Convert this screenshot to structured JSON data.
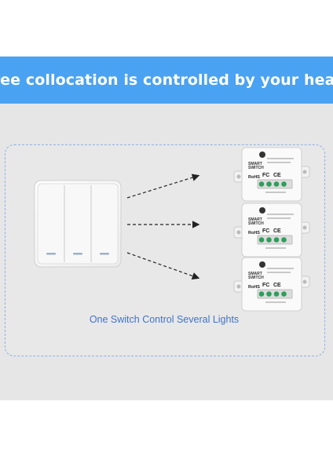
{
  "header": {
    "title": "Free collocation is controlled by your heart"
  },
  "caption": "One Switch Control Several Lights",
  "colors": {
    "header_bg": "#4aa2f2",
    "panel_bg": "#e6e6e6",
    "caption": "#3f74c9",
    "frame": "#8fb1e6"
  },
  "wall_switch": {
    "gang_count": 3
  },
  "receivers": [
    {
      "brand_lines": [
        "SMART",
        "SWITCH"
      ],
      "marks": [
        "RoHS",
        "FC",
        "CE"
      ]
    },
    {
      "brand_lines": [
        "SMART",
        "SWITCH"
      ],
      "marks": [
        "RoHS",
        "FC",
        "CE"
      ]
    },
    {
      "brand_lines": [
        "SMART",
        "SWITCH"
      ],
      "marks": [
        "RoHS",
        "FC",
        "CE"
      ]
    }
  ]
}
